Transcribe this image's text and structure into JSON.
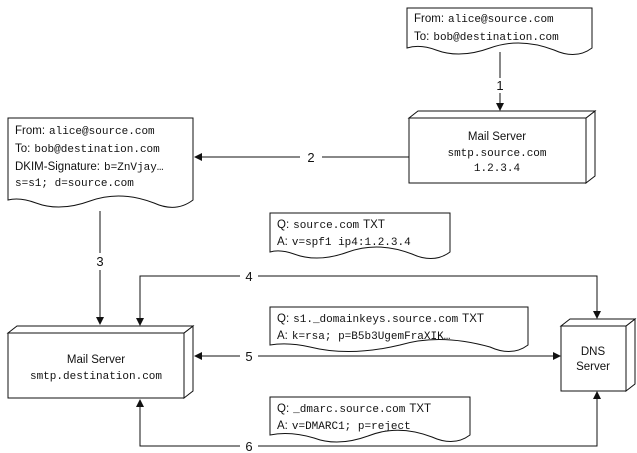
{
  "sender_email": {
    "from_label": "From:",
    "from_value": "alice@source.com",
    "to_label": "To:",
    "to_value": "bob@destination.com"
  },
  "source_server": {
    "title": "Mail Server",
    "host": "smtp.source.com",
    "ip": "1.2.3.4"
  },
  "signed_email": {
    "from_label": "From:",
    "from_value": "alice@source.com",
    "to_label": "To:",
    "to_value": "bob@destination.com",
    "dkim_label": "DKIM-Signature:",
    "dkim_value": "b=ZnVjay…",
    "dkim_line2": "s=s1; d=source.com"
  },
  "destination_server": {
    "title": "Mail Server",
    "host": "smtp.destination.com"
  },
  "dns_server": {
    "line1": "DNS",
    "line2": "Server"
  },
  "spf_query": {
    "q_label": "Q:",
    "q_name": "source.com",
    "q_type": "TXT",
    "a_label": "A:",
    "a_value": "v=spf1 ip4:1.2.3.4"
  },
  "dkim_query": {
    "q_label": "Q:",
    "q_name": "s1._domainkeys.source.com",
    "q_type": "TXT",
    "a_label": "A:",
    "a_value": "k=rsa; p=B5b3UgemFraXIK…"
  },
  "dmarc_query": {
    "q_label": "Q:",
    "q_name": "_dmarc.source.com",
    "q_type": "TXT",
    "a_label": "A:",
    "a_value": "v=DMARC1; p=reject"
  },
  "steps": {
    "s1": "1",
    "s2": "2",
    "s3": "3",
    "s4": "4",
    "s5": "5",
    "s6": "6"
  }
}
